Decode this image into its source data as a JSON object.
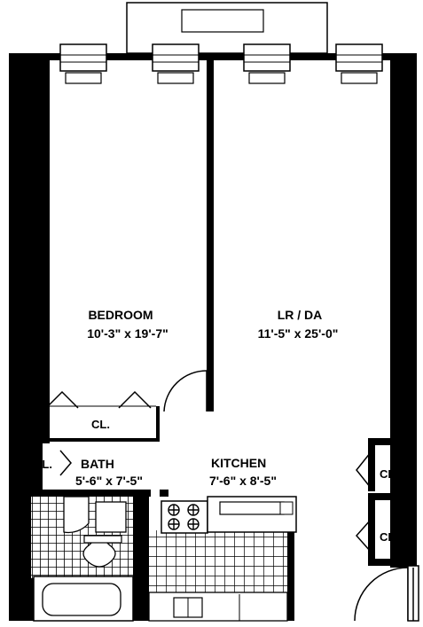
{
  "rooms": {
    "bedroom": {
      "name": "BEDROOM",
      "dims": "10'-3\" x 19'-7\""
    },
    "living": {
      "name": "LR / DA",
      "dims": "11'-5\" x 25'-0\""
    },
    "bath": {
      "name": "BATH",
      "dims": "5'-6\" x 7'-5\""
    },
    "kitchen": {
      "name": "KITCHEN",
      "dims": "7'-6\" x 8'-5\""
    }
  },
  "closets": {
    "bedroom_closet": "CL.",
    "bath_closet": "CL.",
    "right_closet_upper": "CL.",
    "right_closet_lower": "CL."
  }
}
